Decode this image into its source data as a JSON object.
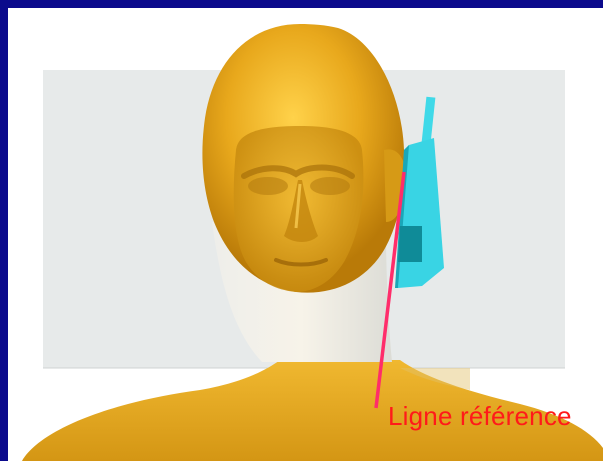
{
  "caption": {
    "text": "Ligne référence"
  },
  "colors": {
    "frame": "#0b0a8c",
    "background": "#ffffff",
    "plane": "#e7eaea",
    "head": "#e8a81c",
    "phone": "#33d6e6",
    "reference_line": "#ff2d6a",
    "caption": "#ff1a1a"
  },
  "scene": {
    "subject": "head-and-shoulders-model",
    "object": "mobile-phone",
    "line": "reference-line"
  }
}
